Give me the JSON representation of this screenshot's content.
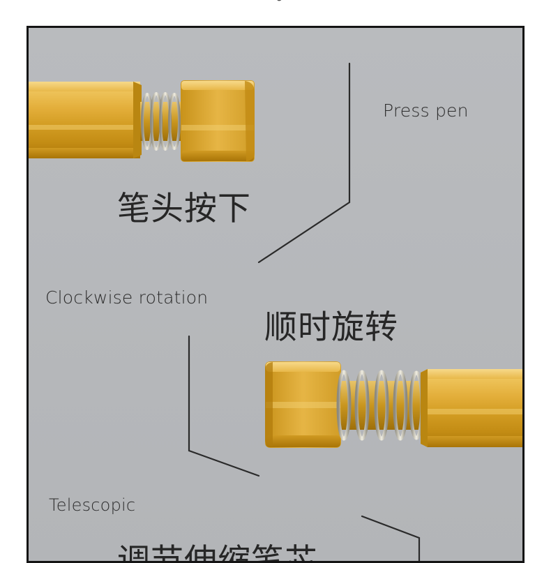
{
  "labels": {
    "press_en": "Press pen",
    "press_cn": "笔头按下",
    "rotation_en": "Clockwise rotation",
    "rotation_cn": "顺时旋转",
    "telescopic_en": "Telescopic",
    "telescopic_cn": "调节伸缩笔芯"
  },
  "colors": {
    "panel_background": "#b7b9bc",
    "panel_border": "#141414",
    "gold_light": "#e9b84a",
    "gold_dark": "#b8850f",
    "spring": "#d9d6c8",
    "leader_line": "#2a2a2a",
    "text": "#2c2c2c"
  },
  "icons": [
    "pen-tip-pressed-illustration",
    "pen-tip-extended-illustration",
    "spring-icon"
  ]
}
